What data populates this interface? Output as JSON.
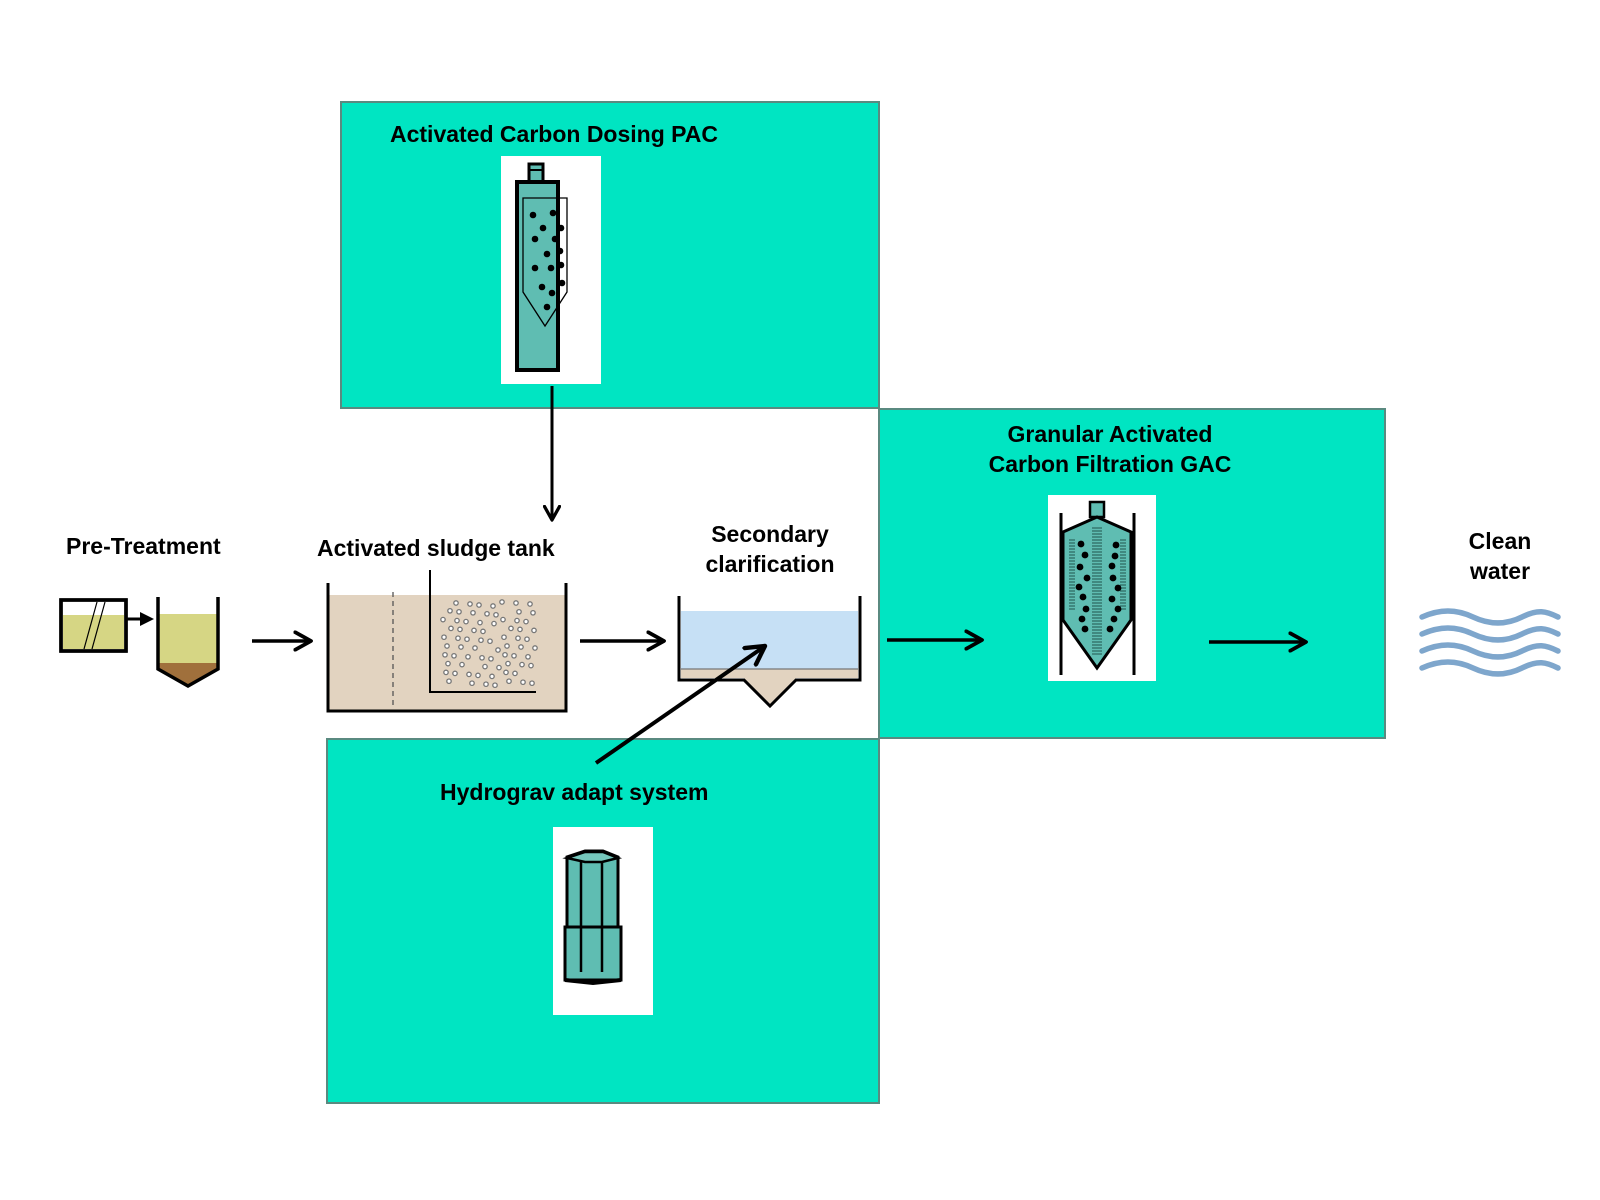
{
  "diagram": {
    "title": "Wastewater treatment process with activated carbon stages",
    "colors": {
      "panel_fill": "#00e5c2",
      "panel_border": "#5a8a80",
      "vessel_fill": "#5fbdb2",
      "pretreat_liquid": "#d6d684",
      "pretreat_sludge": "#a0703c",
      "sludge_tank_fill": "#e2d3c0",
      "clarifier_water": "#c6e0f5",
      "clean_water_waves": "#7ea6cc",
      "ink": "#000000"
    },
    "stages": {
      "pre_treatment": {
        "label": "Pre-Treatment"
      },
      "activated_sludge_tank": {
        "label": "Activated sludge tank"
      },
      "secondary_clarification": {
        "label_line1": "Secondary",
        "label_line2": "clarification"
      },
      "clean_water": {
        "label_line1": "Clean",
        "label_line2": "water"
      }
    },
    "panels": {
      "pac": {
        "label": "Activated Carbon Dosing PAC"
      },
      "gac": {
        "label_line1": "Granular Activated",
        "label_line2": "Carbon Filtration GAC"
      },
      "hydrograv": {
        "label": "Hydrograv adapt system"
      }
    },
    "flows": [
      {
        "from": "Pre-Treatment",
        "to": "Activated sludge tank"
      },
      {
        "from": "Activated sludge tank",
        "to": "Secondary clarification"
      },
      {
        "from": "Secondary clarification",
        "to": "Granular Activated Carbon Filtration GAC"
      },
      {
        "from": "Granular Activated Carbon Filtration GAC",
        "to": "Clean water"
      },
      {
        "from": "Activated Carbon Dosing PAC",
        "to": "Activated sludge tank"
      },
      {
        "from": "Hydrograv adapt system",
        "to": "Secondary clarification"
      }
    ]
  }
}
